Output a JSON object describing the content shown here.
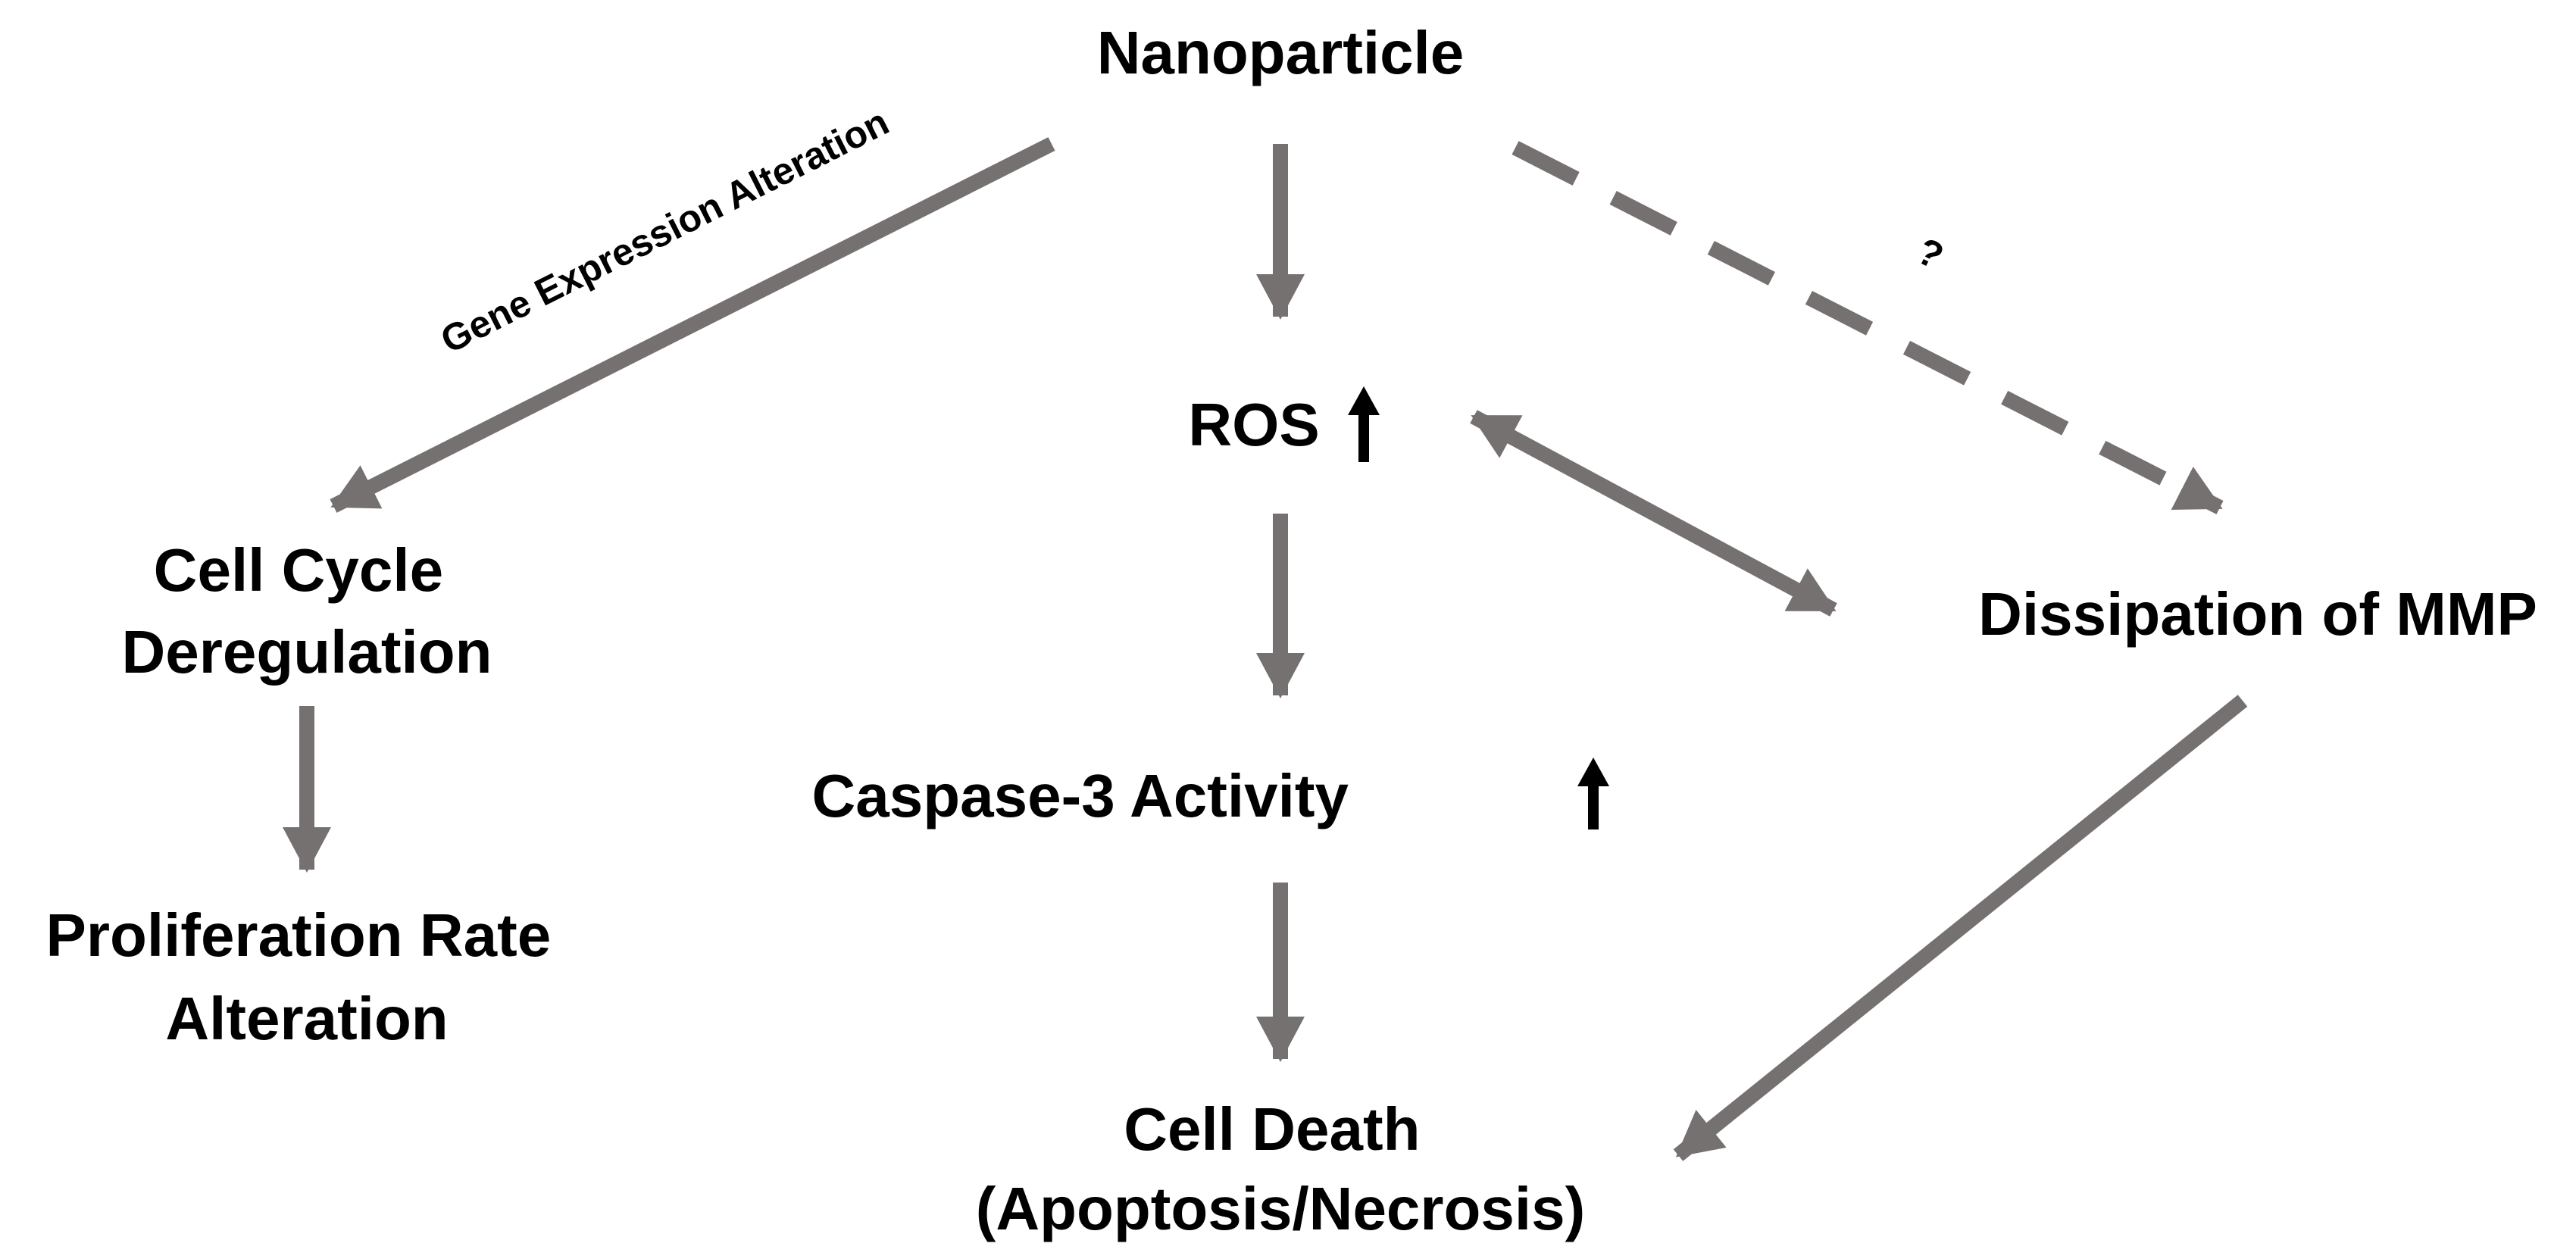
{
  "nodes": {
    "nanoparticle": "Nanoparticle",
    "ros": "ROS",
    "caspase": "Caspase-3 Activity",
    "cell_death": [
      "Cell Death",
      "(Apoptosis/Necrosis)"
    ],
    "cell_cycle": [
      "Cell Cycle",
      "Deregulation"
    ],
    "proliferation": [
      "Proliferation Rate",
      "Alteration"
    ],
    "mmp": "Dissipation of MMP"
  },
  "edge_labels": {
    "gene_expression": "Gene Expression Alteration",
    "uncertain": "?"
  },
  "colors": {
    "arrow": "#767171",
    "text": "#000000",
    "up_arrow": "#000000",
    "background": "#ffffff"
  },
  "indicators": {
    "ros": "up-arrow-icon",
    "caspase": "up-arrow-icon"
  }
}
